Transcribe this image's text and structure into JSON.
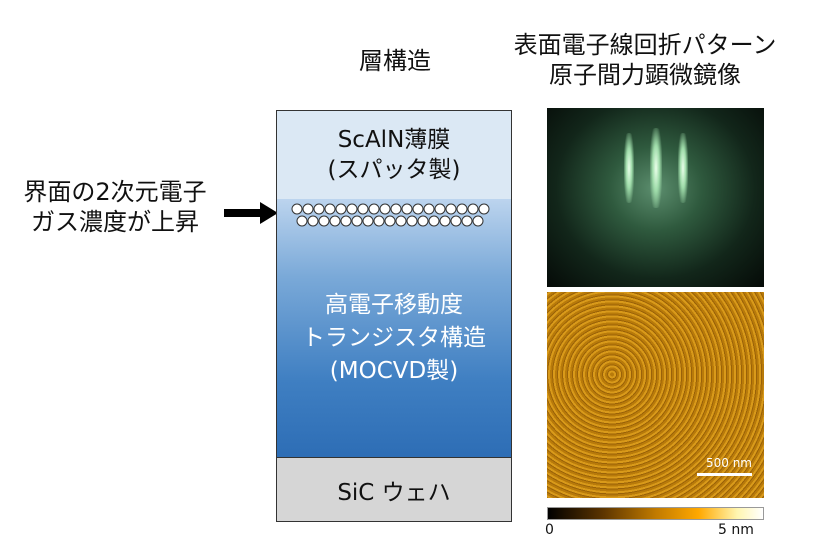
{
  "titles": {
    "structure": "層構造",
    "right_line1": "表面電子線回折パターン",
    "right_line2": "原子間力顕微鏡像"
  },
  "annotation": {
    "line1": "界面の2次元電子",
    "line2": "ガス濃度が上昇"
  },
  "layers": {
    "top_line1": "ScAlN薄膜",
    "top_line2": "(スパッタ製)",
    "mid_line1": "高電子移動度",
    "mid_line2": "トランジスタ構造",
    "mid_line3": "(MOCVD製)",
    "bottom": "SiC ウェハ"
  },
  "afm": {
    "scale_bar": "500 nm",
    "colorbar_min": "0",
    "colorbar_max": "5 nm"
  },
  "colors": {
    "top_layer": "#dbe8f4",
    "hemt_layer": "#2d6db5",
    "substrate": "#d6d6d6"
  }
}
